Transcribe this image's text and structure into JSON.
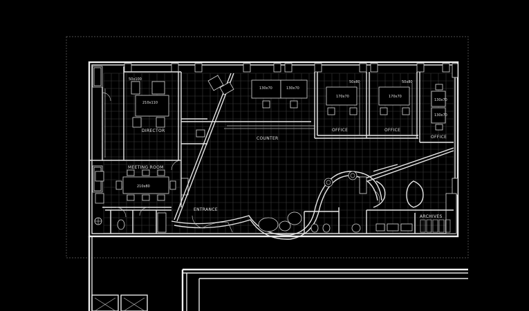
{
  "rooms": {
    "director": "DIRECTOR",
    "meeting_room": "MEETING ROOM",
    "counter": "COUNTER",
    "office_1": "OFFICE",
    "office_2": "OFFICE",
    "office_3": "OFFICE",
    "entrance": "ENTRANCE",
    "archives": "ARCHIVES"
  },
  "dimensions": {
    "director_shelf": "50x100",
    "director_desk": "210x110",
    "meeting_table": "210x80",
    "desk_a": "130x70",
    "desk_b": "130x70",
    "desk_c": "170x70",
    "desk_d": "50x80",
    "desk_e": "170x70",
    "desk_f": "50x80",
    "desk_g": "130x70",
    "desk_h": "130x70"
  }
}
